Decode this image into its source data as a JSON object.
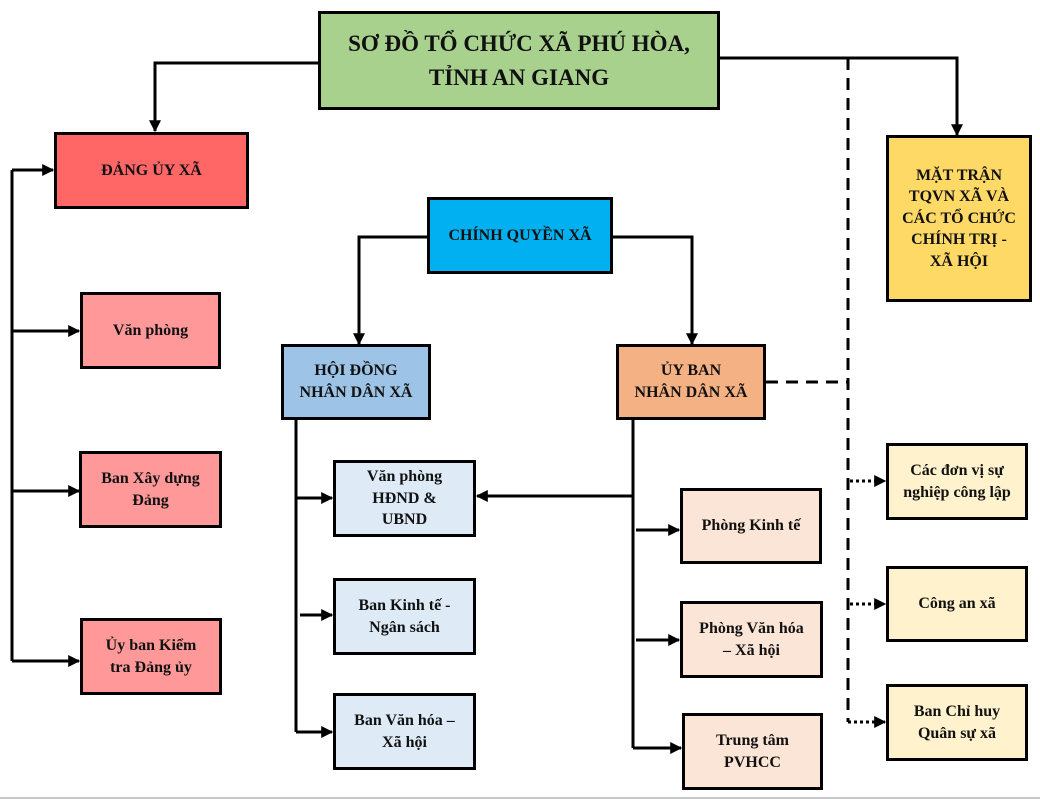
{
  "diagram": {
    "title": "SƠ ĐỒ TỔ CHỨC XÃ PHÚ HÒA,\nTỈNH AN GIANG",
    "nodes": {
      "root": {
        "label": "SƠ ĐỒ TỔ CHỨC XÃ PHÚ HÒA,\nTỈNH AN GIANG",
        "color": "#a9d18e"
      },
      "dang_uy": {
        "label": "ĐẢNG ỦY XÃ",
        "color": "#ff6666"
      },
      "van_phong_du": {
        "label": "Văn phòng",
        "color": "#ff9999"
      },
      "ban_xay_dung_dang": {
        "label": "Ban Xây dựng\nĐảng",
        "color": "#ff9999"
      },
      "ubkt_dang_uy": {
        "label": "Ủy ban Kiểm\ntra Đảng ủy",
        "color": "#ff9999"
      },
      "chinh_quyen": {
        "label": "CHÍNH QUYỀN XÃ",
        "color": "#00b0f0"
      },
      "hdnd": {
        "label": "HỘI ĐỒNG\nNHÂN DÂN XÃ",
        "color": "#9dc3e6"
      },
      "ubnd": {
        "label": "ỦY BAN\nNHÂN DÂN XÃ",
        "color": "#f4b183"
      },
      "vp_hdnd_ubnd": {
        "label": "Văn phòng\nHĐND &\nUBND",
        "color": "#deebf7"
      },
      "ban_kinh_te_ngan_sach": {
        "label": "Ban Kinh tế -\nNgân sách",
        "color": "#deebf7"
      },
      "ban_van_hoa_xa_hoi": {
        "label": "Ban Văn hóa –\nXã hội",
        "color": "#deebf7"
      },
      "phong_kinh_te": {
        "label": "Phòng Kinh tế",
        "color": "#fbe5d6"
      },
      "phong_van_hoa_xa_hoi": {
        "label": "Phòng Văn hóa\n– Xã hội",
        "color": "#fbe5d6"
      },
      "trung_tam_pvhcc": {
        "label": "Trung tâm\nPVHCC",
        "color": "#fbe5d6"
      },
      "mat_tran": {
        "label": "MẶT TRẬN\nTQVN XÃ VÀ\nCÁC TỔ CHỨC\nCHÍNH TRỊ -\nXÃ HỘI",
        "color": "#ffd966"
      },
      "don_vi_su_nghiep": {
        "label": "Các đơn vị sự\nnghiệp công lập",
        "color": "#fff2cc"
      },
      "cong_an_xa": {
        "label": "Công an xã",
        "color": "#fff2cc"
      },
      "ban_chi_huy_quan_su": {
        "label": "Ban Chỉ huy\nQuân sự xã",
        "color": "#fff2cc"
      }
    },
    "edges": [
      {
        "from": "root",
        "to": "dang_uy",
        "style": "solid"
      },
      {
        "from": "root",
        "to": "mat_tran",
        "style": "solid"
      },
      {
        "from": "dang_uy",
        "to": "van_phong_du",
        "style": "solid"
      },
      {
        "from": "dang_uy",
        "to": "ban_xay_dung_dang",
        "style": "solid"
      },
      {
        "from": "dang_uy",
        "to": "ubkt_dang_uy",
        "style": "solid"
      },
      {
        "from": "chinh_quyen",
        "to": "hdnd",
        "style": "solid"
      },
      {
        "from": "chinh_quyen",
        "to": "ubnd",
        "style": "solid"
      },
      {
        "from": "hdnd",
        "to": "vp_hdnd_ubnd",
        "style": "solid"
      },
      {
        "from": "hdnd",
        "to": "ban_kinh_te_ngan_sach",
        "style": "solid"
      },
      {
        "from": "hdnd",
        "to": "ban_van_hoa_xa_hoi",
        "style": "solid"
      },
      {
        "from": "ubnd",
        "to": "vp_hdnd_ubnd",
        "style": "solid"
      },
      {
        "from": "ubnd",
        "to": "phong_kinh_te",
        "style": "solid"
      },
      {
        "from": "ubnd",
        "to": "phong_van_hoa_xa_hoi",
        "style": "solid"
      },
      {
        "from": "ubnd",
        "to": "trung_tam_pvhcc",
        "style": "solid"
      },
      {
        "from": "root",
        "to": "don_vi_su_nghiep",
        "style": "dashed"
      },
      {
        "from": "ubnd",
        "to": "don_vi_su_nghiep",
        "style": "dotted"
      },
      {
        "from": "ubnd",
        "to": "cong_an_xa",
        "style": "dotted"
      },
      {
        "from": "ubnd",
        "to": "ban_chi_huy_quan_su",
        "style": "dotted"
      }
    ]
  }
}
